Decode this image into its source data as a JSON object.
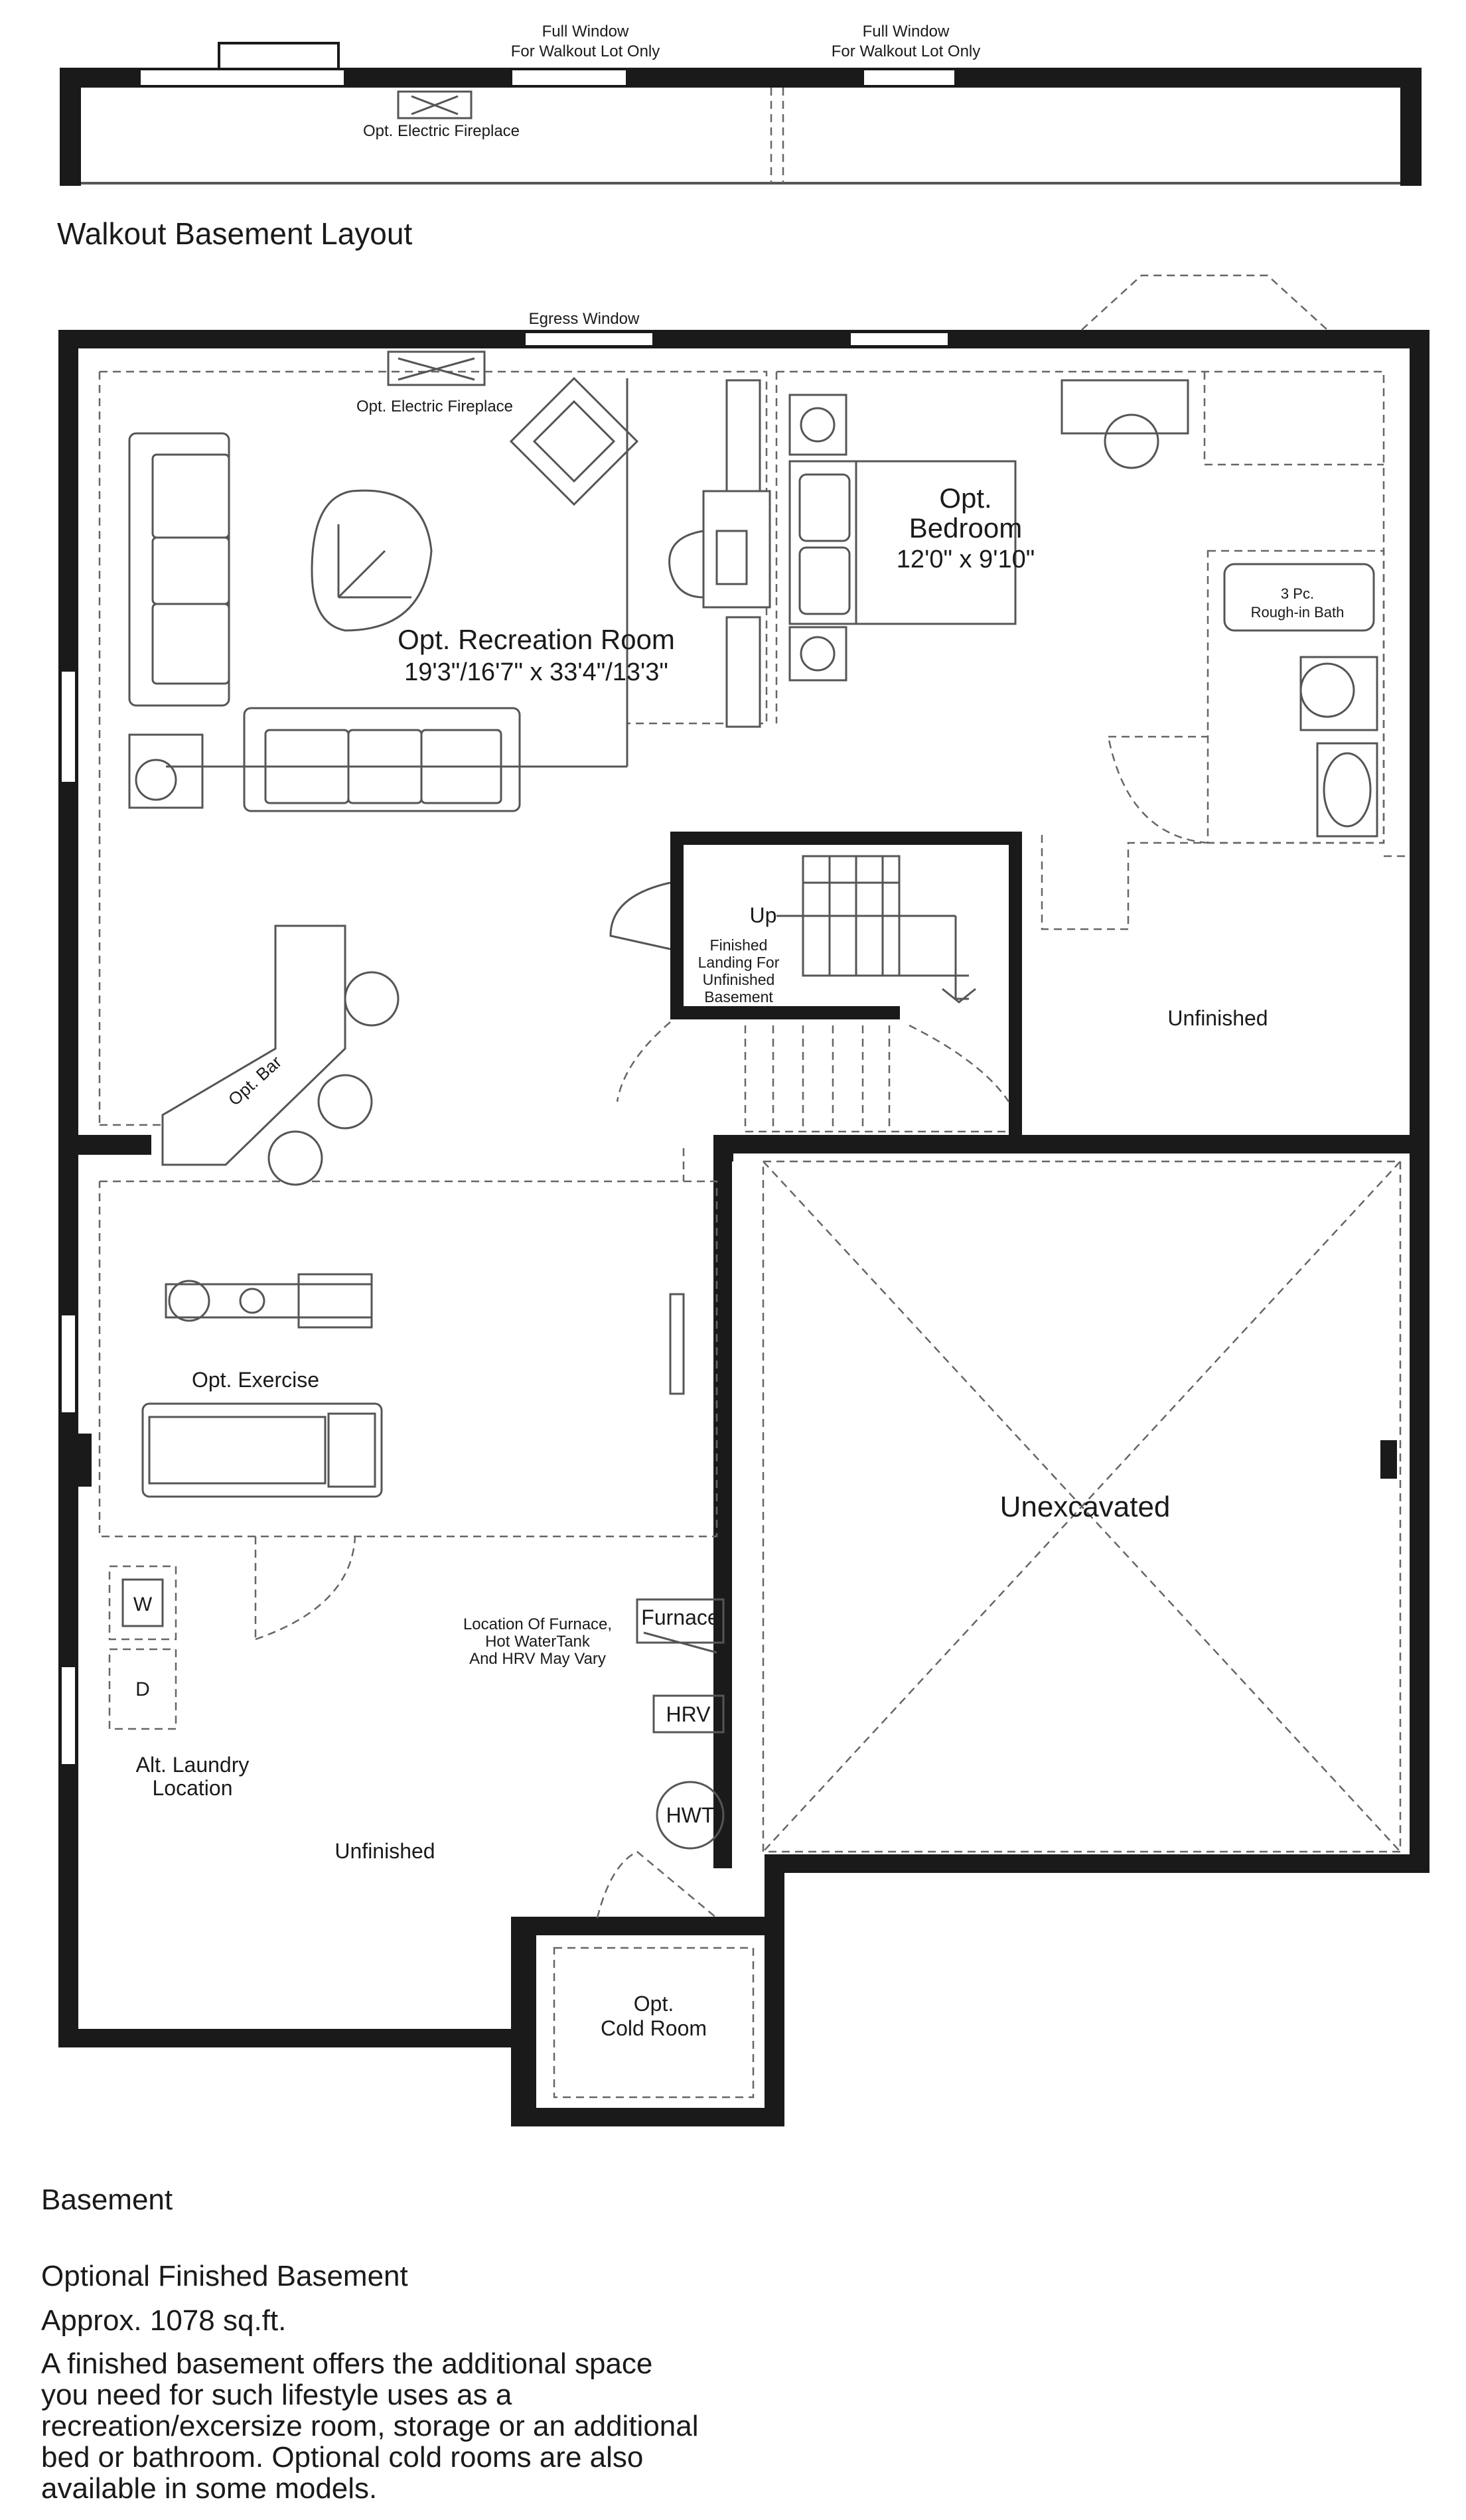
{
  "elevation": {
    "window_left_label_1": "Full Window",
    "window_left_label_2": "For Walkout Lot Only",
    "window_right_label_1": "Full Window",
    "window_right_label_2": "For Walkout Lot Only",
    "fireplace_label": "Opt. Electric Fireplace"
  },
  "section_title": "Walkout Basement Layout",
  "plan": {
    "egress_window": "Egress Window",
    "fireplace": "Opt. Electric Fireplace",
    "recreation_room": "Opt. Recreation Room",
    "recreation_dims": "19'3\"/16'7\" x 33'4\"/13'3\"",
    "bedroom_1": "Opt.",
    "bedroom_2": "Bedroom",
    "bedroom_dims": "12'0\" x 9'10\"",
    "bath_1": "3 Pc.",
    "bath_2": "Rough-in Bath",
    "up": "Up",
    "landing_1": "Finished",
    "landing_2": "Landing For",
    "landing_3": "Unfinished",
    "landing_4": "Basement",
    "unfinished_right": "Unfinished",
    "bar": "Opt. Bar",
    "exercise": "Opt. Exercise",
    "unexcavated": "Unexcavated",
    "washer": "W",
    "dryer": "D",
    "laundry_1": "Alt. Laundry",
    "laundry_2": "Location",
    "furnace_note_1": "Location Of Furnace,",
    "furnace_note_2": "Hot WaterTank",
    "furnace_note_3": "And HRV May Vary",
    "furnace": "Furnace",
    "hrv": "HRV",
    "hwt": "HWT",
    "unfinished_left": "Unfinished",
    "cold_room_1": "Opt.",
    "cold_room_2": "Cold Room"
  },
  "footer": {
    "title": "Basement",
    "subtitle": "Optional Finished Basement",
    "area": "Approx. 1078 sq.ft.",
    "description": "A finished basement offers the additional space you need for such lifestyle uses as a recreation/excersize room, storage or an additional bed or bathroom. Optional cold rooms are also available in some models."
  }
}
